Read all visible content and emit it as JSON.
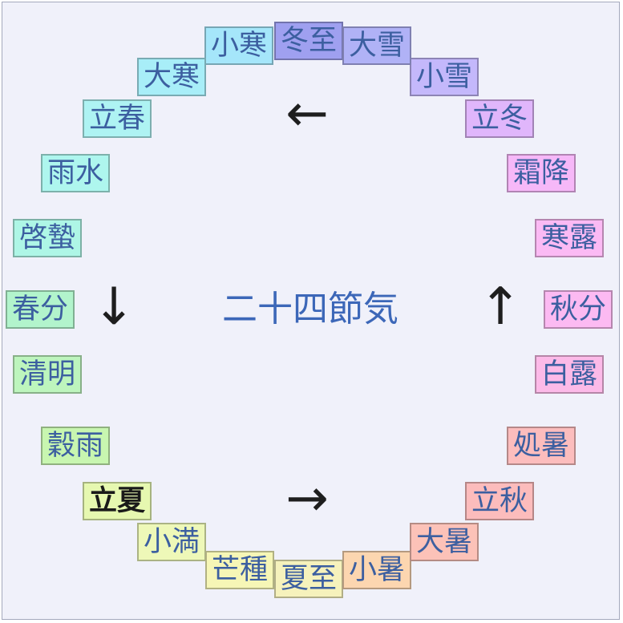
{
  "title": "二十四節気",
  "arrow_glyphs": {
    "top": "←",
    "right": "↑",
    "bottom": "→",
    "left": "↓"
  },
  "terms": [
    {
      "name": "冬至",
      "color": "#9fa0f0",
      "bold": false
    },
    {
      "name": "小寒",
      "color": "#a5e6fa",
      "bold": false
    },
    {
      "name": "大寒",
      "color": "#a8eef8",
      "bold": false
    },
    {
      "name": "立春",
      "color": "#aef3f3",
      "bold": false
    },
    {
      "name": "雨水",
      "color": "#aef6ee",
      "bold": false
    },
    {
      "name": "啓蟄",
      "color": "#aef6e6",
      "bold": false
    },
    {
      "name": "春分",
      "color": "#b2f4cc",
      "bold": false
    },
    {
      "name": "清明",
      "color": "#bdf5bd",
      "bold": false
    },
    {
      "name": "穀雨",
      "color": "#c8f6b0",
      "bold": false
    },
    {
      "name": "立夏",
      "color": "#e6f8b0",
      "bold": true
    },
    {
      "name": "小満",
      "color": "#eef8b8",
      "bold": false
    },
    {
      "name": "芒種",
      "color": "#f6f6b6",
      "bold": false
    },
    {
      "name": "夏至",
      "color": "#f6f2bc",
      "bold": false
    },
    {
      "name": "小暑",
      "color": "#fcd6b0",
      "bold": false
    },
    {
      "name": "大暑",
      "color": "#fcc2b8",
      "bold": false
    },
    {
      "name": "立秋",
      "color": "#fcbcbc",
      "bold": false
    },
    {
      "name": "処暑",
      "color": "#fcbdbd",
      "bold": false
    },
    {
      "name": "白露",
      "color": "#fcbae8",
      "bold": false
    },
    {
      "name": "秋分",
      "color": "#fcbaf2",
      "bold": false
    },
    {
      "name": "寒露",
      "color": "#fbbaf4",
      "bold": false
    },
    {
      "name": "霜降",
      "color": "#f6b8f8",
      "bold": false
    },
    {
      "name": "立冬",
      "color": "#e0b6fb",
      "bold": false
    },
    {
      "name": "小雪",
      "color": "#c4b8fb",
      "bold": false
    },
    {
      "name": "大雪",
      "color": "#b0b2f6",
      "bold": false
    }
  ]
}
